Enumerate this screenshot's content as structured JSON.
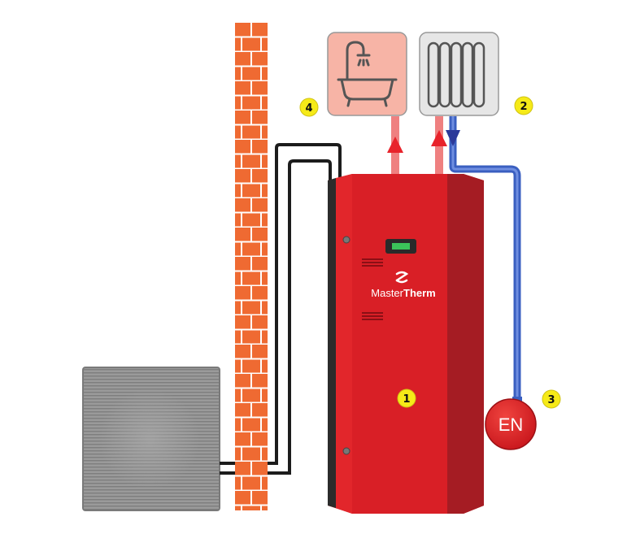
{
  "brand": {
    "name_light": "Master",
    "name_bold": "Therm"
  },
  "expansion_vessel": {
    "label": "EN"
  },
  "badges": [
    {
      "id": "heat-pump-unit",
      "number": "1"
    },
    {
      "id": "radiator",
      "number": "2"
    },
    {
      "id": "expansion-vessel",
      "number": "3"
    },
    {
      "id": "hot-water",
      "number": "4"
    }
  ],
  "colors": {
    "unit_red": "#d91f26",
    "unit_dark_red": "#a31b22",
    "brick": "#ef6a32",
    "mortar": "#ffffff",
    "hot_pipe": "#e8232b",
    "cold_pipe": "#3a5fc0",
    "badge": "#f6ea18",
    "panel_pink": "#f7b4a6",
    "panel_gray": "#e6e6e6",
    "outdoor_unit": "#8f8f8f"
  },
  "icons": [
    "bathtub-shower-icon",
    "radiator-icon",
    "display-icon",
    "logo-icon"
  ]
}
